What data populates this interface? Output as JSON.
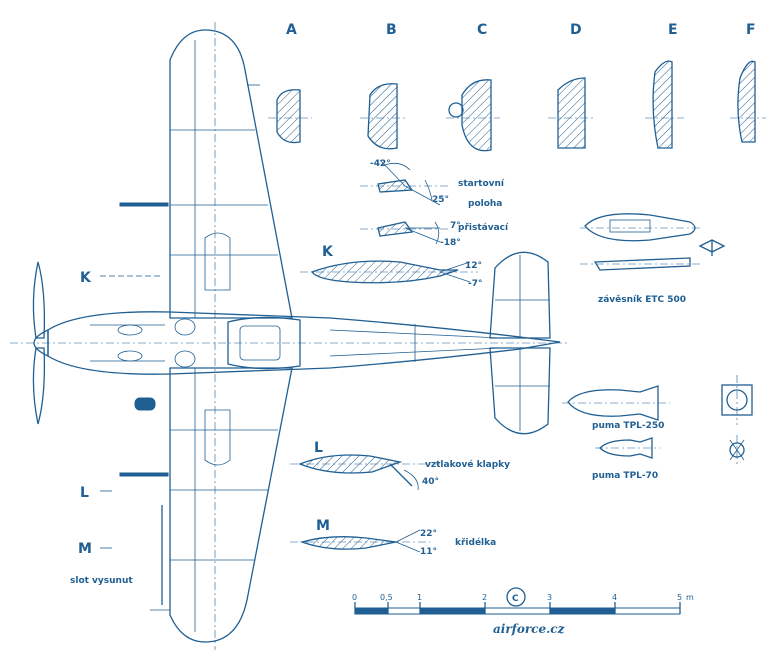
{
  "sections": {
    "a": "A",
    "b": "B",
    "c": "C",
    "d": "D",
    "e": "E",
    "f": "F",
    "k": "K",
    "l": "L",
    "m": "M"
  },
  "angles": {
    "stab_42": "-42°",
    "stab_25": "25°",
    "stab_7": "7°",
    "stab_18": "-18°",
    "k_12": "12°",
    "k_7": "-7°",
    "flap_40": "40°",
    "ail_22": "22°",
    "ail_11": "11°"
  },
  "labels": {
    "startovni": "startovní",
    "poloha": "poloha",
    "pristavaci": "přistávací",
    "etc": "závěsník ETC 500",
    "tpl250": "puma TPL-250",
    "tpl70": "puma TPL-70",
    "flaps": "vztlakové klapky",
    "ailerons": "křidélka",
    "slot": "slot vysunut"
  },
  "scale": {
    "ticks": [
      "0",
      "0,5",
      "1",
      "2",
      "3",
      "4",
      "5"
    ],
    "unit": "m"
  },
  "copyright": "C",
  "credit": "airforce.cz"
}
